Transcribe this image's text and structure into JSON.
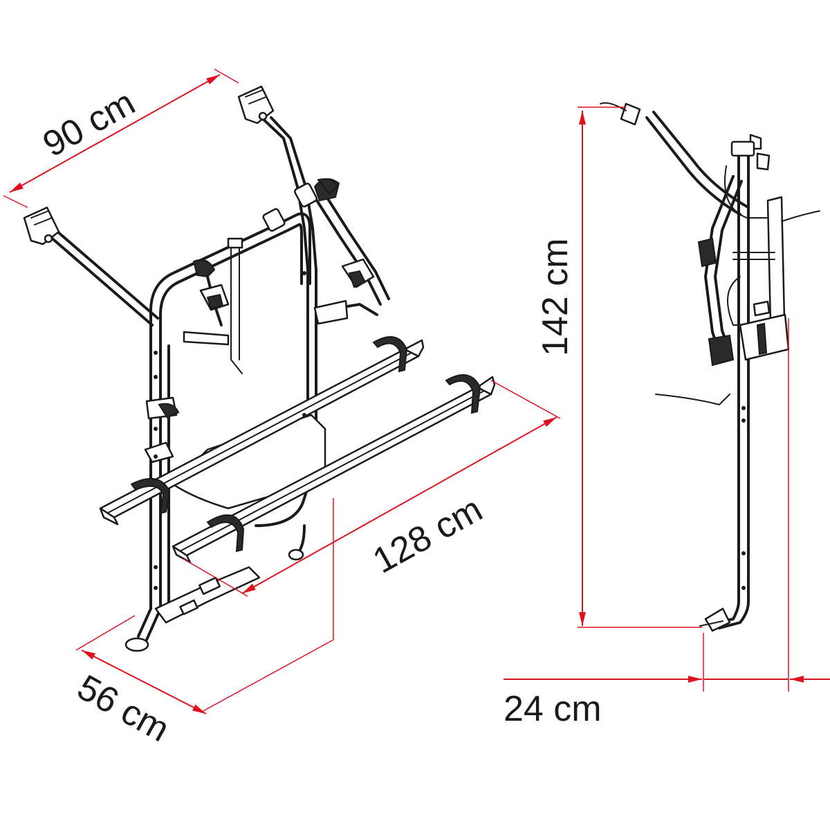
{
  "dimensions": {
    "width_top": "90 cm",
    "length_rails": "128 cm",
    "depth_base": "56 cm",
    "height": "142 cm",
    "side_depth": "24 cm"
  },
  "colors": {
    "dimension_lines": "#e0101e",
    "outline": "#1a1a1a",
    "background": "#ffffff"
  }
}
